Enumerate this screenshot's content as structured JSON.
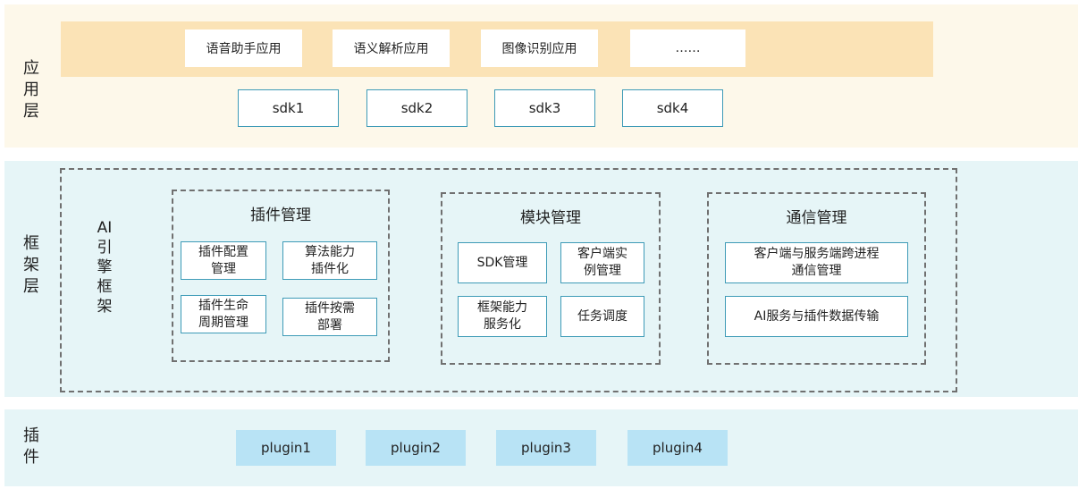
{
  "layers": {
    "app": "应\n用\n层",
    "framework": "框\n架\n层",
    "plugin": "插\n件"
  },
  "apps": [
    "语音助手应用",
    "语义解析应用",
    "图像识别应用",
    "……"
  ],
  "sdks": [
    "sdk1",
    "sdk2",
    "sdk3",
    "sdk4"
  ],
  "framework": {
    "ai_label": "AI\n引\n擎\n框\n架",
    "plugin_mgmt": {
      "title": "插件管理",
      "items": [
        "插件配置\n管理",
        "算法能力\n插件化",
        "插件生命\n周期管理",
        "插件按需\n部署"
      ]
    },
    "module_mgmt": {
      "title": "模块管理",
      "items": [
        "SDK管理",
        "客户端实\n例管理",
        "框架能力\n服务化",
        "任务调度"
      ]
    },
    "comm_mgmt": {
      "title": "通信管理",
      "items": [
        "客户端与服务端跨进程\n通信管理",
        "AI服务与插件数据传输"
      ]
    }
  },
  "plugins": [
    "plugin1",
    "plugin2",
    "plugin3",
    "plugin4"
  ]
}
